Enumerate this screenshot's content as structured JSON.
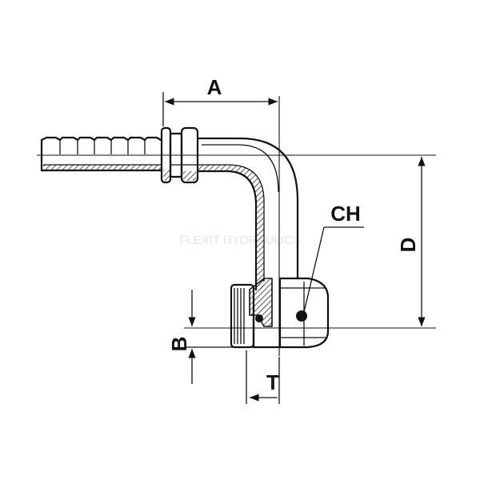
{
  "diagram": {
    "labels": {
      "a": "A",
      "b": "B",
      "ch": "CH",
      "d": "D",
      "t": "T"
    },
    "watermark": "FLEXIT HYDRAULICS"
  }
}
